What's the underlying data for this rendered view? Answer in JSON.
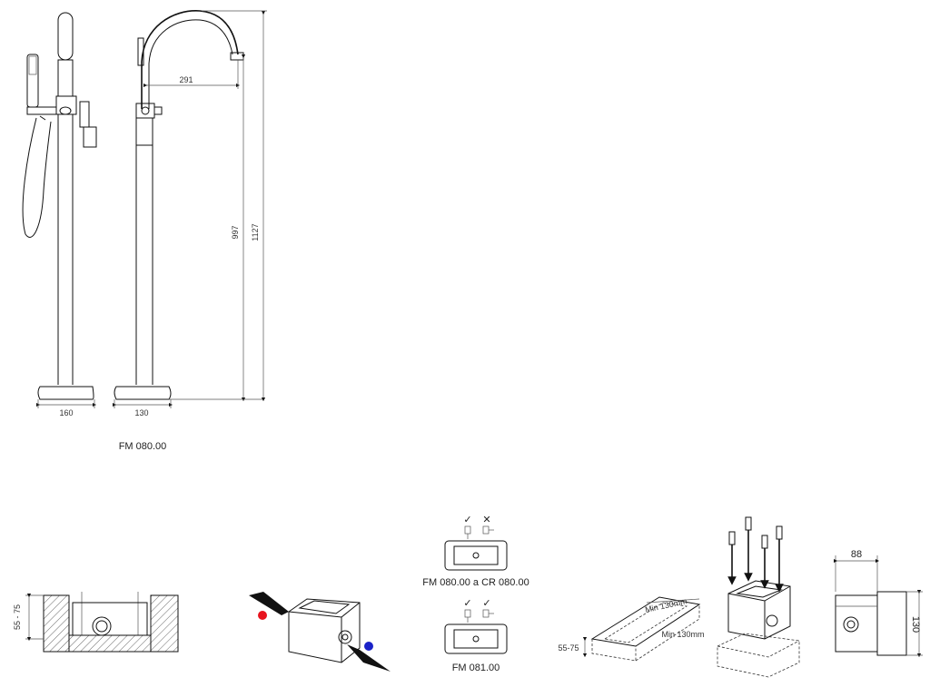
{
  "faucet": {
    "dims": {
      "reach": "291",
      "height_spout": "997",
      "height_total": "1127",
      "base_front": "160",
      "base_side": "130"
    },
    "model": "FM 080.00"
  },
  "install_steps": {
    "depth_range": "55 - 75",
    "connection_a": {
      "marks": [
        "✓",
        "✕"
      ],
      "label": "FM 080.00 a CR 080.00"
    },
    "connection_b": {
      "marks": [
        "✓",
        "✓"
      ],
      "label": "FM 081.00"
    },
    "recess": {
      "min_length": "Min 130mm",
      "min_width": "Min 130mm",
      "depth": "55-75"
    },
    "box": {
      "width": "88",
      "height": "130"
    }
  },
  "colors": {
    "hot": "#e8141e",
    "cold": "#1a22c8"
  }
}
